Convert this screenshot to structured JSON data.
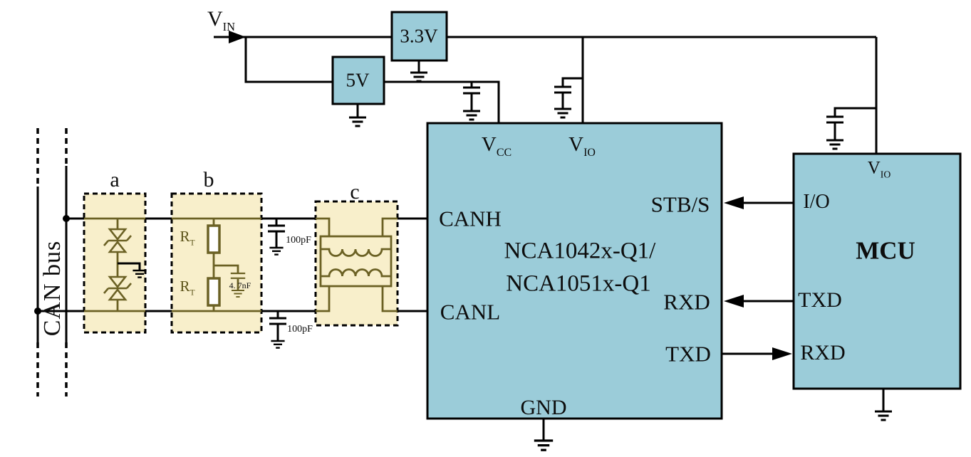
{
  "power": {
    "vin": {
      "main": "V",
      "sub": "IN"
    },
    "reg33_label": "3.3V",
    "reg5_label": "5V"
  },
  "bus": {
    "label": "CAN bus"
  },
  "sections": {
    "a": "a",
    "b": "b",
    "c": "c"
  },
  "components": {
    "rt1": {
      "main": "R",
      "sub": "T"
    },
    "rt2": {
      "main": "R",
      "sub": "T"
    },
    "split_cap": "4. 7nF",
    "canh_cap": "100pF",
    "canl_cap": "100pF"
  },
  "transceiver": {
    "part_line1": "NCA1042x-Q1/",
    "part_line2": "NCA1051x-Q1",
    "pins": {
      "vcc": {
        "main": "V",
        "sub": "CC"
      },
      "vio": {
        "main": "V",
        "sub": "IO"
      },
      "canh": "CANH",
      "canl": "CANL",
      "stb": "STB/S",
      "rxd": "RXD",
      "txd": "TXD",
      "gnd": "GND"
    }
  },
  "mcu": {
    "name": "MCU",
    "pins": {
      "vio": {
        "main": "V",
        "sub": "IO"
      },
      "io": "I/O",
      "txd": "TXD",
      "rxd": "RXD"
    }
  },
  "colors": {
    "wire": "#000000",
    "block_fill": "#9bccd9",
    "section_fill": "#f8efcb",
    "component": "#6b6124",
    "component_dark": "#5a5117"
  }
}
